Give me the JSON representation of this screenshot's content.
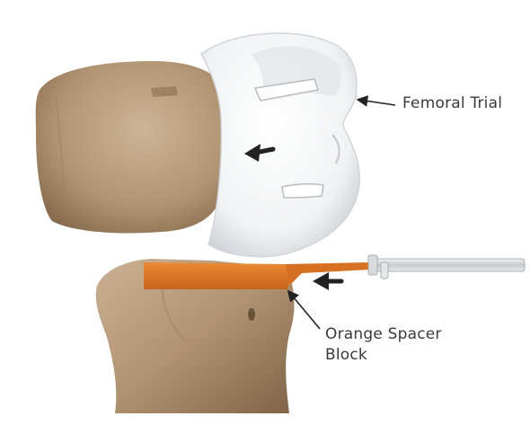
{
  "labels": {
    "femoral_trial": "Femoral Trial",
    "spacer_block_line1": "Orange Spacer",
    "spacer_block_line2": "Block"
  },
  "colors": {
    "bone": "#b09372",
    "bone_shadow": "#8a6d4e",
    "bone_highlight": "#cdb497",
    "implant": "#f4f4f4",
    "implant_shadow": "#cfd2d6",
    "spacer": "#e07a25",
    "spacer_dark": "#b85a12",
    "arrow": "#222222",
    "label_text": "#3a3a3a",
    "handle": "#c9ccd0"
  }
}
